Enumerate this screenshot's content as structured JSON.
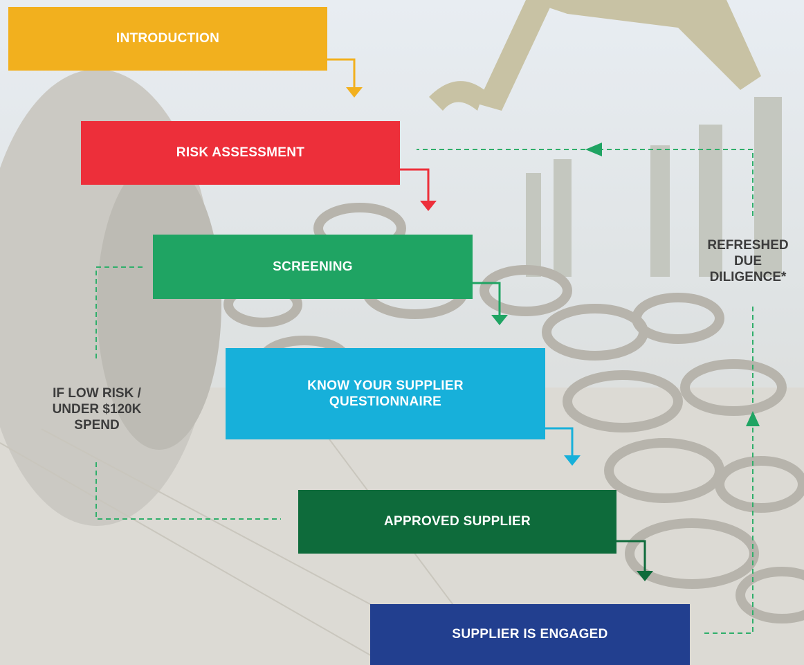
{
  "steps": {
    "introduction": {
      "label": "INTRODUCTION",
      "color": "#f2b01e"
    },
    "risk_assessment": {
      "label": "RISK ASSESSMENT",
      "color": "#ed2f3a"
    },
    "screening": {
      "label": "SCREENING",
      "color": "#1fa463"
    },
    "kys_questionnaire": {
      "lines": [
        "KNOW YOUR SUPPLIER",
        "QUESTIONNAIRE"
      ],
      "color": "#17b0da"
    },
    "approved_supplier": {
      "label": "APPROVED SUPPLIER",
      "color": "#0e6b3b"
    },
    "supplier_engaged": {
      "label": "SUPPLIER IS ENGAGED",
      "color": "#223f8f"
    }
  },
  "side_labels": {
    "low_risk": [
      "IF LOW RISK /",
      "UNDER $120K",
      "SPEND"
    ],
    "refreshed": [
      "REFRESHED",
      "DUE",
      "DILIGENCE*"
    ]
  },
  "colors": {
    "dashed_connector": "#2fae6a",
    "label_text": "#3c3c3c"
  }
}
